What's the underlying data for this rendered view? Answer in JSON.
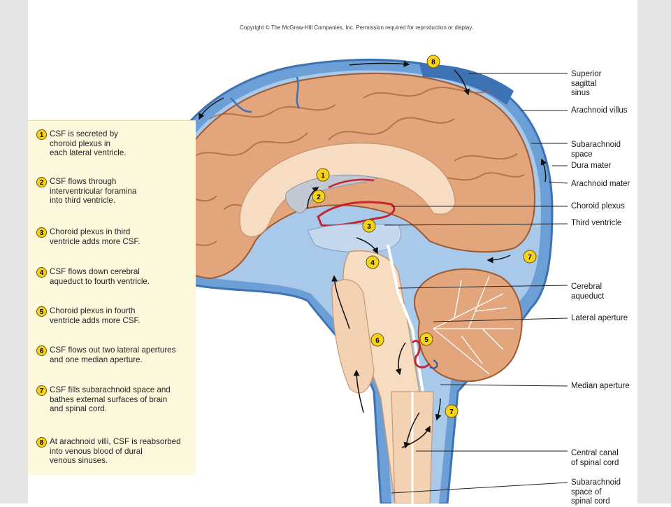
{
  "copyright": "Copyright © The McGraw-Hill Companies, Inc. Permission required for reproduction or display.",
  "steps": [
    {
      "num": "1",
      "text": "CSF is secreted by\nchoroid plexus in\neach lateral ventricle."
    },
    {
      "num": "2",
      "text": "CSF flows through\ninterventricular foramina\ninto third ventricle."
    },
    {
      "num": "3",
      "text": "Choroid plexus in third\nventricle adds more CSF."
    },
    {
      "num": "4",
      "text": "CSF flows down cerebral\naqueduct to fourth ventricle."
    },
    {
      "num": "5",
      "text": "Choroid plexus in fourth\nventricle adds more CSF."
    },
    {
      "num": "6",
      "text": "CSF flows out two lateral apertures\nand one median aperture."
    },
    {
      "num": "7",
      "text": "CSF fills subarachnoid space and\nbathes external surfaces of brain\nand spinal cord."
    },
    {
      "num": "8",
      "text": "At arachnoid villi, CSF is reabsorbed\ninto venous blood of dural\nvenous sinuses."
    }
  ],
  "labels": {
    "superior_sagittal_sinus": "Superior\nsagittal\nsinus",
    "arachnoid_villus": "Arachnoid villus",
    "subarachnoid_space": "Subarachnoid\nspace",
    "dura_mater": "Dura mater",
    "arachnoid_mater": "Arachnoid mater",
    "choroid_plexus": "Choroid plexus",
    "third_ventricle": "Third ventricle",
    "cerebral_aqueduct": "Cerebral\naqueduct",
    "lateral_aperture": "Lateral aperture",
    "median_aperture": "Median aperture",
    "central_canal": "Central canal\nof spinal cord",
    "subarachnoid_space_cord": "Subarachnoid\nspace of\nspinal cord"
  },
  "badges": {
    "b1": "1",
    "b2": "2",
    "b3": "3",
    "b4": "4",
    "b5": "5",
    "b6": "6",
    "b7a": "7",
    "b7b": "7",
    "b8": "8"
  },
  "colors": {
    "csf_blue": "#4a86c8",
    "brain_tan": "#e3a67c",
    "badge_yellow": "#f7d21d",
    "panel_bg": "#fcf8dc"
  }
}
